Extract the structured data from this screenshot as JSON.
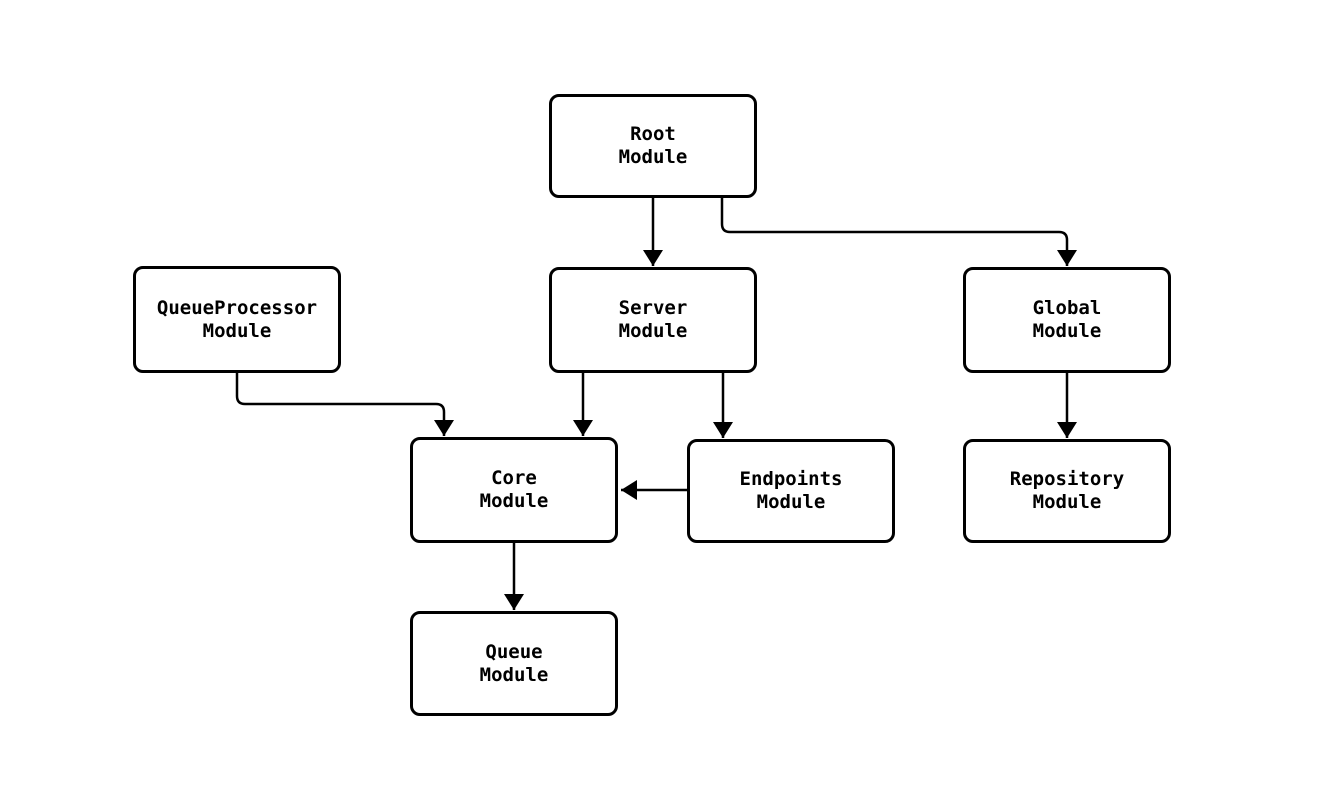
{
  "diagram": {
    "type": "flowchart",
    "direction": "top-down",
    "nodes": {
      "root": {
        "line1": "Root",
        "line2": "Module"
      },
      "queueProcessor": {
        "line1": "QueueProcessor",
        "line2": "Module"
      },
      "server": {
        "line1": "Server",
        "line2": "Module"
      },
      "global": {
        "line1": "Global",
        "line2": "Module"
      },
      "core": {
        "line1": "Core",
        "line2": "Module"
      },
      "endpoints": {
        "line1": "Endpoints",
        "line2": "Module"
      },
      "repository": {
        "line1": "Repository",
        "line2": "Module"
      },
      "queue": {
        "line1": "Queue",
        "line2": "Module"
      }
    },
    "edges": [
      {
        "from": "Root Module",
        "to": "Server Module"
      },
      {
        "from": "Root Module",
        "to": "Global Module"
      },
      {
        "from": "QueueProcessor Module",
        "to": "Core Module"
      },
      {
        "from": "Server Module",
        "to": "Core Module"
      },
      {
        "from": "Server Module",
        "to": "Endpoints Module"
      },
      {
        "from": "Endpoints Module",
        "to": "Core Module"
      },
      {
        "from": "Global Module",
        "to": "Repository Module"
      },
      {
        "from": "Core Module",
        "to": "Queue Module"
      }
    ],
    "colors": {
      "background": "#ffffff",
      "node_fill": "#ffffff",
      "node_border": "#000000",
      "edge": "#000000",
      "text": "#000000"
    }
  }
}
